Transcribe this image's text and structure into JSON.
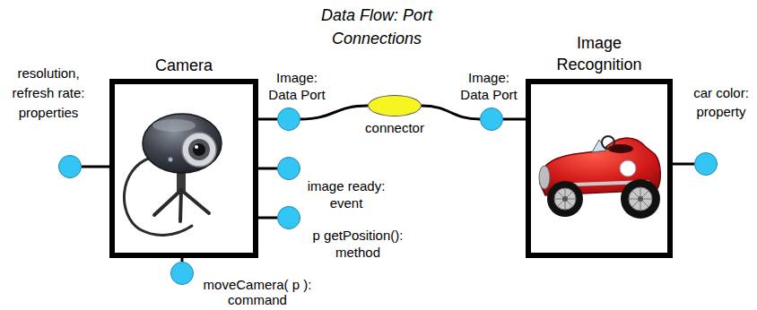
{
  "diagram": {
    "title": "Data Flow: Port Connections",
    "nodes": [
      {
        "text": [
          "Camera"
        ]
      },
      {
        "text": [
          "resolution, refresh rate: properties"
        ]
      },
      {
        "text": [
          "Image: Data Port"
        ]
      },
      {
        "text": [
          "image ready: event"
        ]
      },
      {
        "text": [
          "p getPosition(): method"
        ]
      },
      {
        "text": [
          "moveCamera( p ): command"
        ]
      },
      {
        "text": [
          "connector"
        ]
      },
      {
        "text": [
          "Image: Data Port"
        ]
      },
      {
        "text": [
          "Image Recognition"
        ]
      },
      {
        "text": [
          "car color: property"
        ]
      }
    ],
    "edges": [
      {
        "from": 0,
        "to": 1,
        "arrow": "none"
      },
      {
        "from": 0,
        "to": 2,
        "arrow": "none"
      },
      {
        "from": 0,
        "to": 3,
        "arrow": "none"
      },
      {
        "from": 0,
        "to": 4,
        "arrow": "none"
      },
      {
        "from": 0,
        "to": 5,
        "arrow": "none"
      },
      {
        "from": 2,
        "to": 6,
        "arrow": "none"
      },
      {
        "from": 6,
        "to": 7,
        "arrow": "none"
      },
      {
        "from": 7,
        "to": 8,
        "arrow": "none"
      },
      {
        "from": 8,
        "to": 9,
        "arrow": "none"
      }
    ]
  }
}
